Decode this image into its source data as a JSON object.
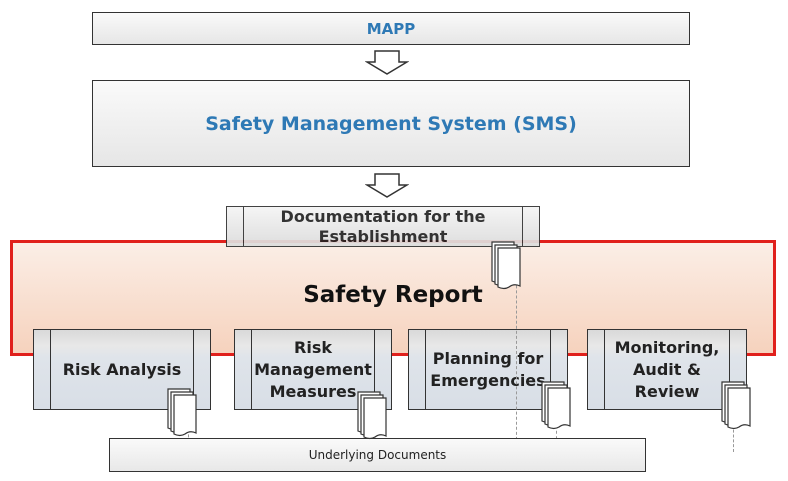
{
  "mapp": "MAPP",
  "sms": "Safety Management System (SMS)",
  "documentation": "Documentation for the Establishment",
  "safety_report": "Safety Report",
  "processes": [
    "Risk Analysis",
    "Risk Management Measures",
    "Planning for Emergencies",
    "Monitoring, Audit & Review"
  ],
  "underlying": "Underlying Documents",
  "colors": {
    "accent": "#2e79b5",
    "frame": "#e0201c"
  }
}
